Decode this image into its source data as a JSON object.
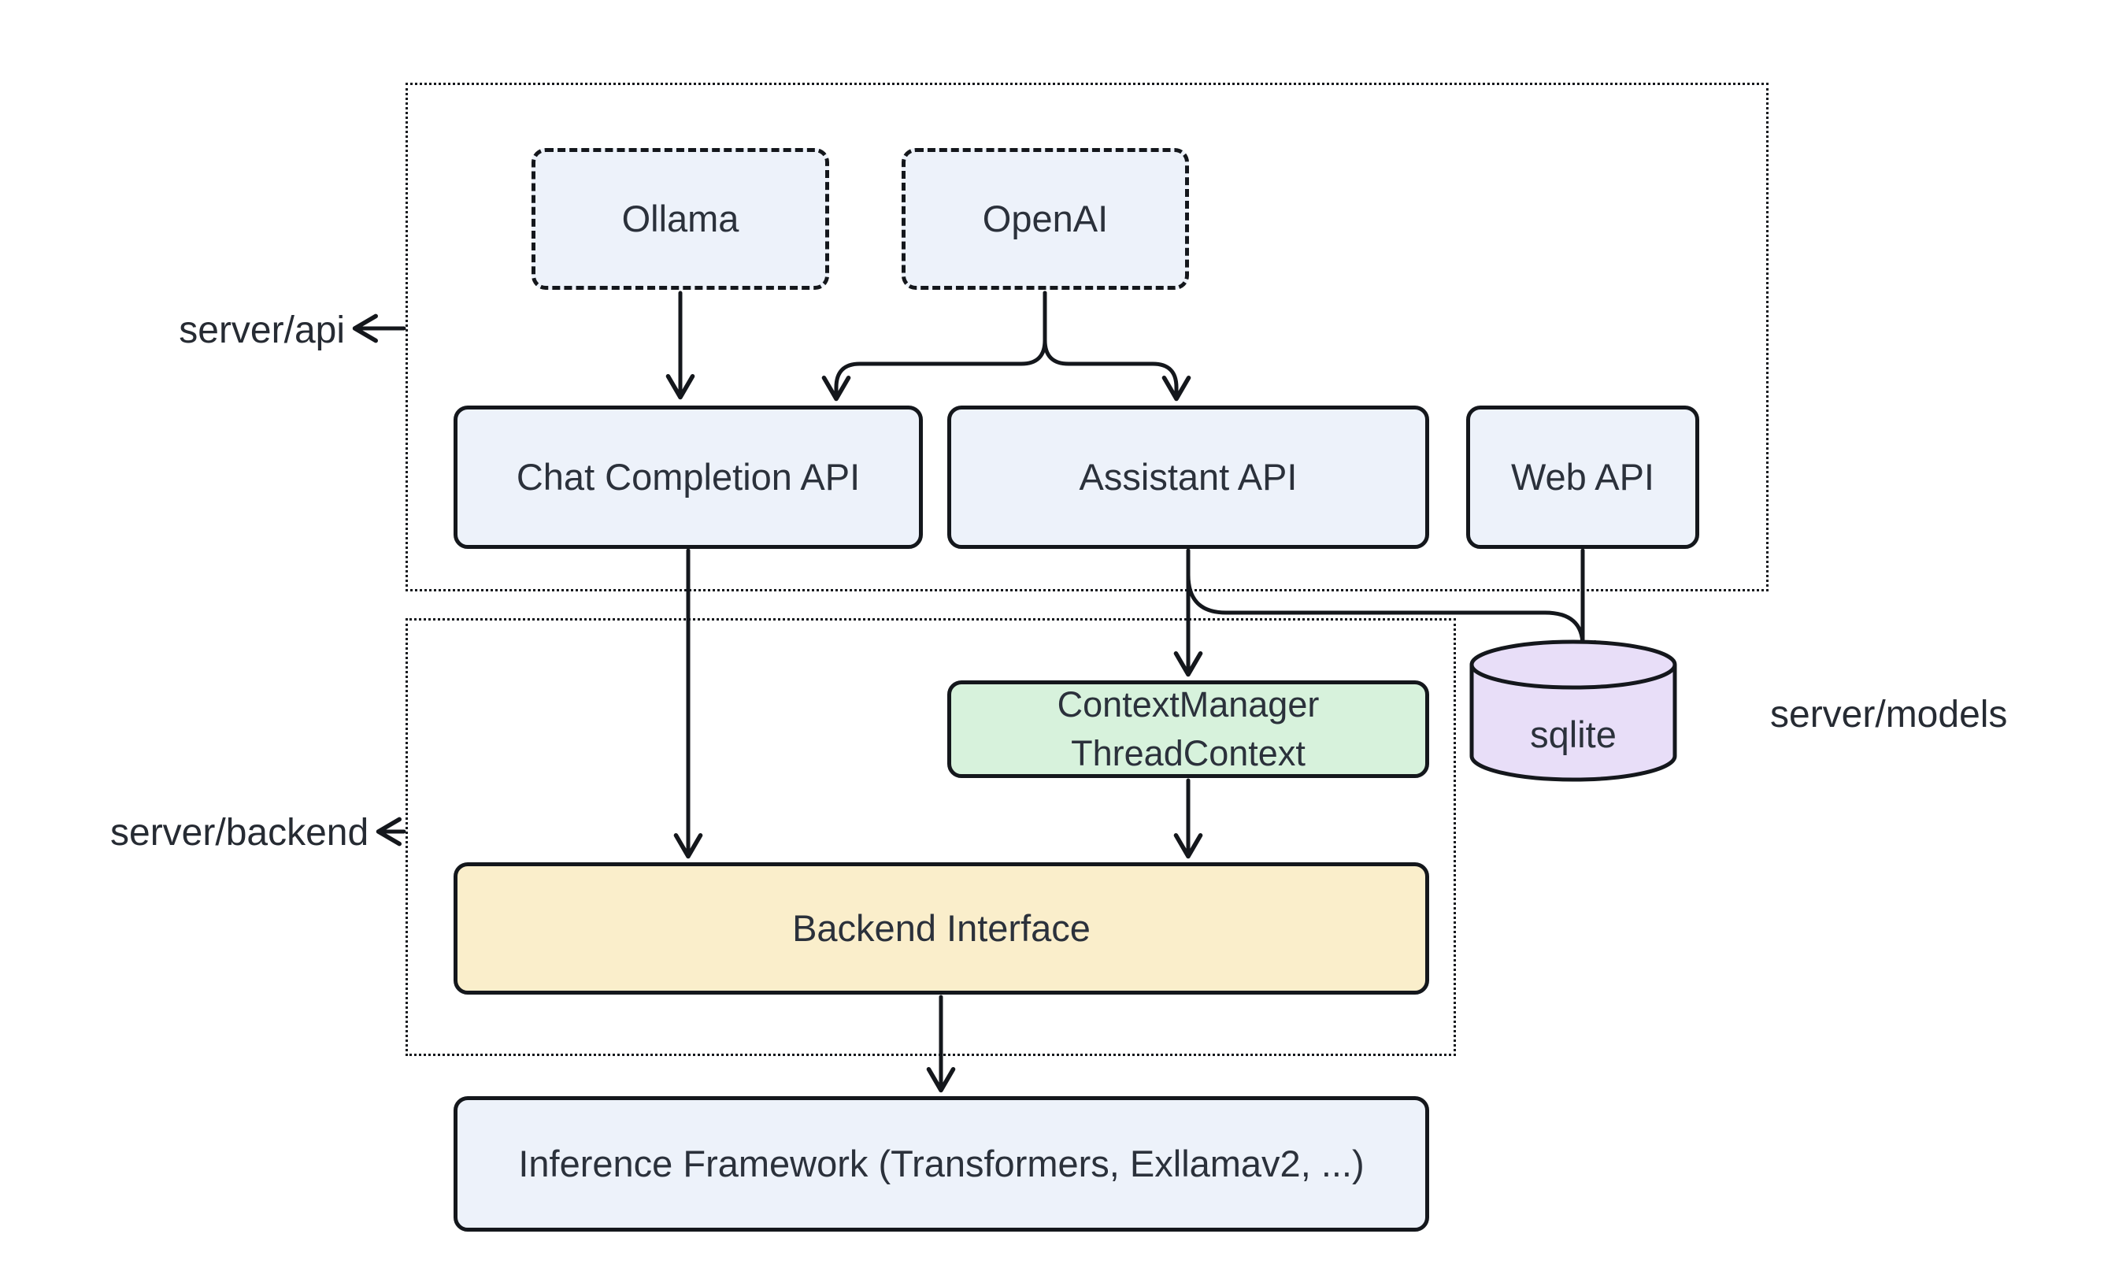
{
  "diagram": {
    "containers": {
      "server_api": {
        "label": "server/api"
      },
      "server_backend": {
        "label": "server/backend"
      },
      "server_models": {
        "label": "server/models"
      }
    },
    "nodes": {
      "ollama": {
        "label": "Ollama"
      },
      "openai": {
        "label": "OpenAI"
      },
      "chat_api": {
        "label": "Chat Completion API"
      },
      "assistant_api": {
        "label": "Assistant API"
      },
      "web_api": {
        "label": "Web API"
      },
      "context_manager": {
        "line1": "ContextManager",
        "line2": "ThreadContext"
      },
      "sqlite": {
        "label": "sqlite"
      },
      "backend_interface": {
        "label": "Backend Interface"
      },
      "inference": {
        "label": "Inference Framework (Transformers, Exllamav2, ...)"
      }
    },
    "edges": [
      {
        "from": "Ollama",
        "to": "Chat Completion API"
      },
      {
        "from": "OpenAI",
        "to": "Chat Completion API"
      },
      {
        "from": "OpenAI",
        "to": "Assistant API"
      },
      {
        "from": "Chat Completion API",
        "to": "Backend Interface"
      },
      {
        "from": "Assistant API",
        "to": "ContextManager ThreadContext"
      },
      {
        "from": "Assistant API",
        "to": "sqlite"
      },
      {
        "from": "Web API",
        "to": "sqlite"
      },
      {
        "from": "ContextManager ThreadContext",
        "to": "Backend Interface"
      },
      {
        "from": "Backend Interface",
        "to": "Inference Framework (Transformers, Exllamav2, ...)"
      }
    ],
    "colors": {
      "node_fill_blue": "#edf2fa",
      "node_fill_green": "#d7f2dc",
      "node_fill_yellow": "#faeecb",
      "node_fill_purple": "#e8def8",
      "stroke": "#14171c",
      "text": "#2b313b",
      "background": "#ffffff"
    }
  }
}
